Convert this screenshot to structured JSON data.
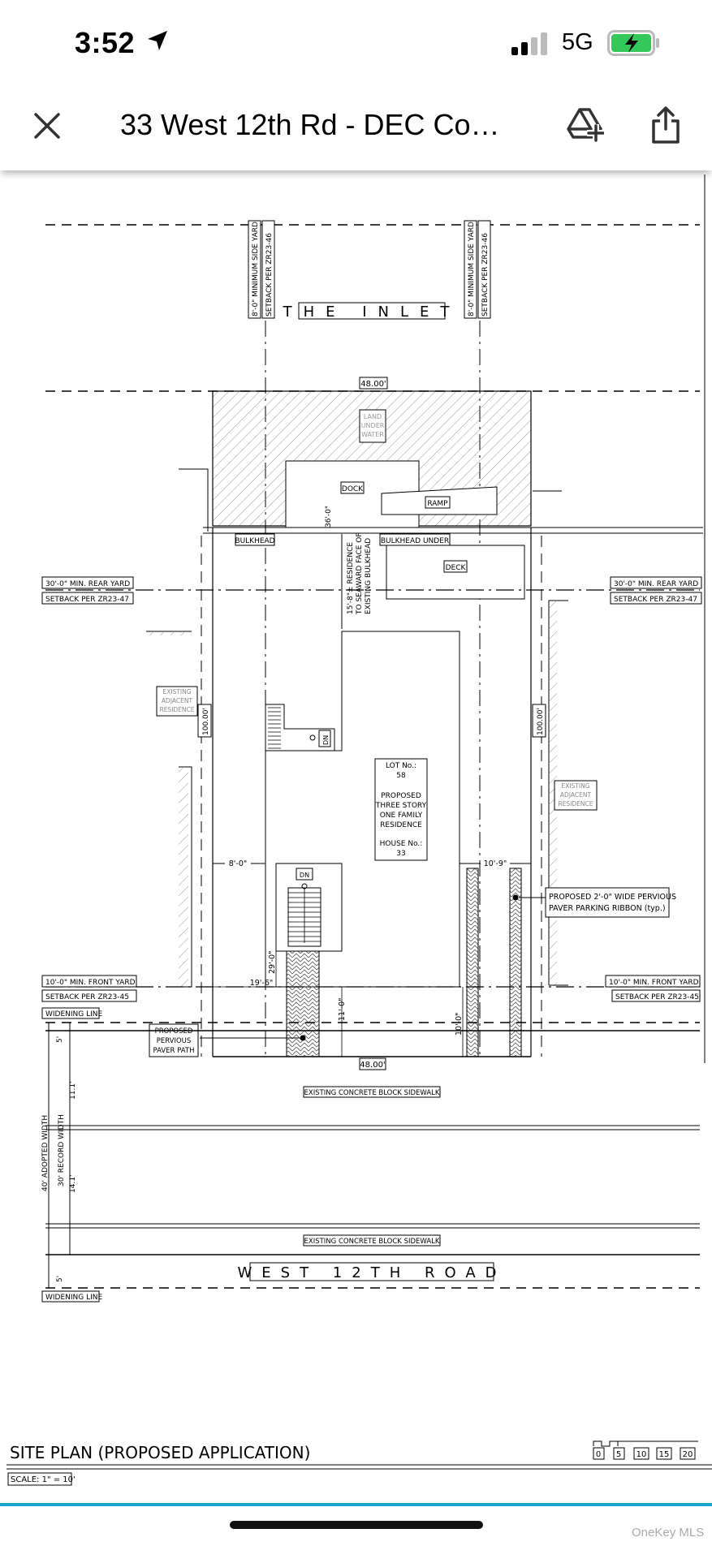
{
  "status_bar": {
    "time": "3:52",
    "network": "5G"
  },
  "header": {
    "title": "33 West 12th Rd - DEC Com..."
  },
  "plan": {
    "side_yard_1": "8'-0\" MINIMUM SIDE YARD",
    "side_yard_2": "SETBACK PER ZR23-46",
    "inlet": "THE INLET",
    "lot_width": "48.00'",
    "land_under_water": "LAND UNDER WATER",
    "dock": "DOCK",
    "ramp": "RAMP",
    "dim_36": "36'-0\"",
    "bulkhead": "BULKHEAD",
    "bulkhead_under": "BULKHEAD UNDER",
    "deck": "DECK",
    "residence_note_1": "15'-8\"± RESIDENCE",
    "residence_note_2": "TO SEAWARD FACE OF",
    "residence_note_3": "EXISTING BULKHEAD",
    "rear_yard_1": "30'-0\" MIN. REAR YARD",
    "rear_yard_2": "SETBACK PER ZR23-47",
    "existing_adj": "EXISTING ADJACENT RESIDENCE",
    "lot_depth": "100.00'",
    "dn": "DN",
    "lot_no": "LOT No.: 58",
    "proposed_house": "PROPOSED THREE STORY ONE FAMILY RESIDENCE",
    "house_no": "HOUSE No.: 33",
    "dim_8": "8'-0\"",
    "dim_10_9": "10'-9\"",
    "paver_ribbon_1": "PROPOSED 2'-0\" WIDE PERVIOUS",
    "paver_ribbon_2": "PAVER PARKING RIBBON (typ.)",
    "dim_29": "29'-0\"",
    "dim_19_6": "19'-6\"",
    "front_yard_1": "10'-0\" MIN. FRONT YARD",
    "front_yard_2": "SETBACK PER ZR23-45",
    "widening_line": "WIDENING LINE",
    "paver_path": "PROPOSED PERVIOUS PAVER PATH",
    "dim_11": "11'-0\"",
    "dim_10": "10'-0\"",
    "dim_5": "5'",
    "dim_11_1": "11.1'",
    "dim_14_1": "14.1'",
    "adopted_width": "40' ADOPTED WIDTH",
    "record_width": "30' RECORD WIDTH",
    "sidewalk": "EXISTING CONCRETE BLOCK SIDEWALK",
    "road": "WEST 12TH ROAD",
    "site_plan_title": "SITE PLAN (PROPOSED APPLICATION)",
    "scale": "SCALE: 1\" = 10'",
    "scale_ticks": [
      "0",
      "5",
      "10",
      "15",
      "20"
    ]
  },
  "watermark": "OneKey MLS"
}
